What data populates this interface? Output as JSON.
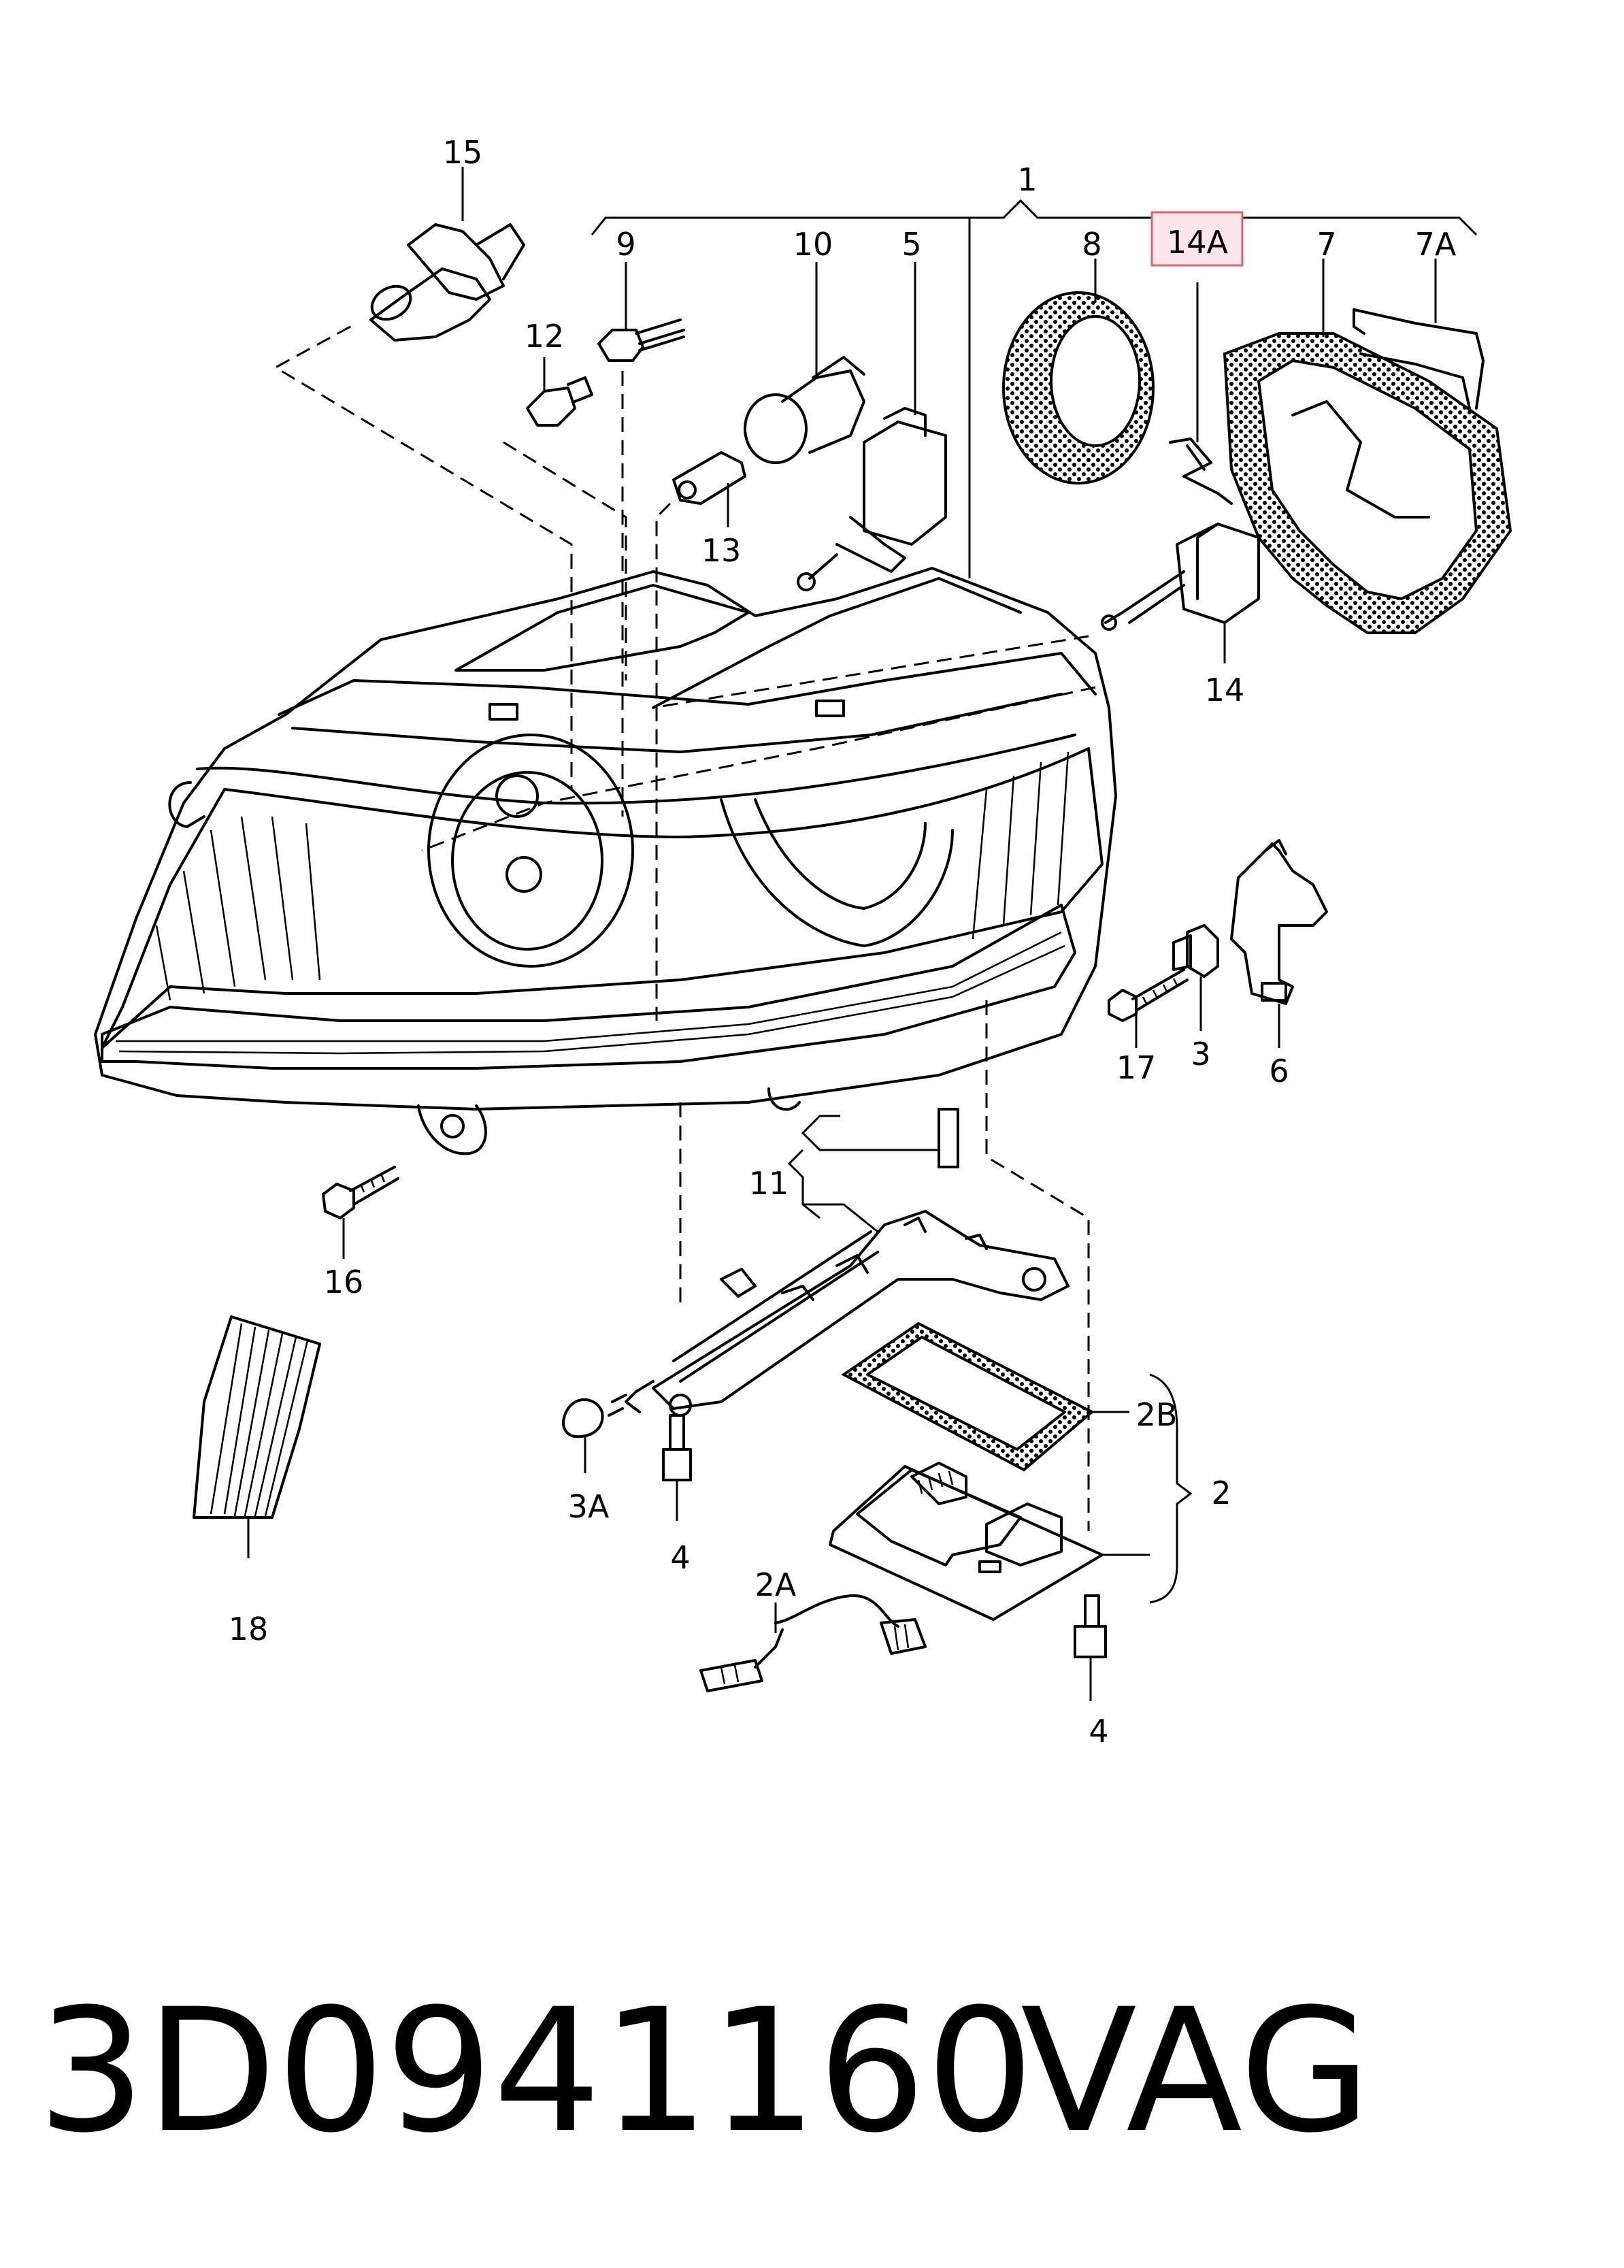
{
  "labels": {
    "p1": "1",
    "p2": "2",
    "p2A": "2A",
    "p2B": "2B",
    "p3": "3",
    "p3A": "3A",
    "p4a": "4",
    "p4b": "4",
    "p5": "5",
    "p6": "6",
    "p7": "7",
    "p7A": "7A",
    "p8": "8",
    "p9": "9",
    "p10": "10",
    "p11": "11",
    "p12": "12",
    "p13": "13",
    "p14": "14",
    "p14A": "14A",
    "p15": "15",
    "p16": "16",
    "p17": "17",
    "p18": "18"
  },
  "highlight": {
    "label": "14A",
    "border_color": "#e06070",
    "fill_color": "#fde6ea"
  },
  "footer": {
    "part_number": "3D0941160",
    "brand": "VAG"
  }
}
